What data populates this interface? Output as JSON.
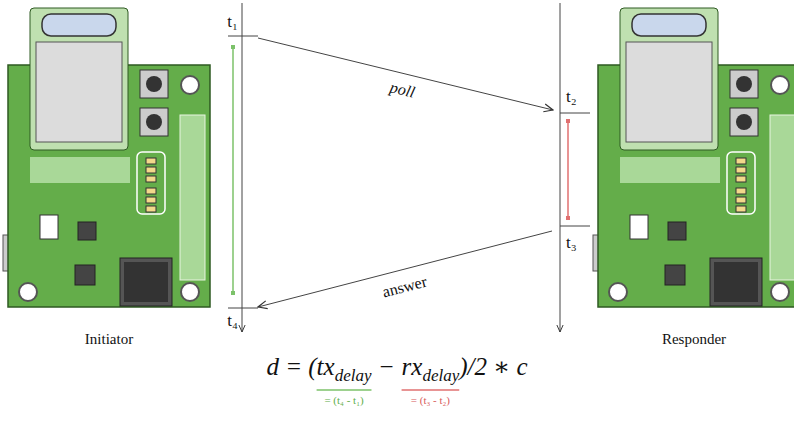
{
  "diagram": {
    "nodes": [
      {
        "text": [
          "Initiator"
        ]
      },
      {
        "text": [
          "Responder"
        ]
      }
    ],
    "labels": [
      "t₁",
      "t₂",
      "t₃",
      "t₄",
      "poll",
      "answer",
      "d = (",
      "tx",
      "delay",
      "−",
      "rx",
      "delay",
      ")/2 ∗ c",
      "= (t₄ - t₁)",
      "= (t₃ - t₂)"
    ]
  }
}
